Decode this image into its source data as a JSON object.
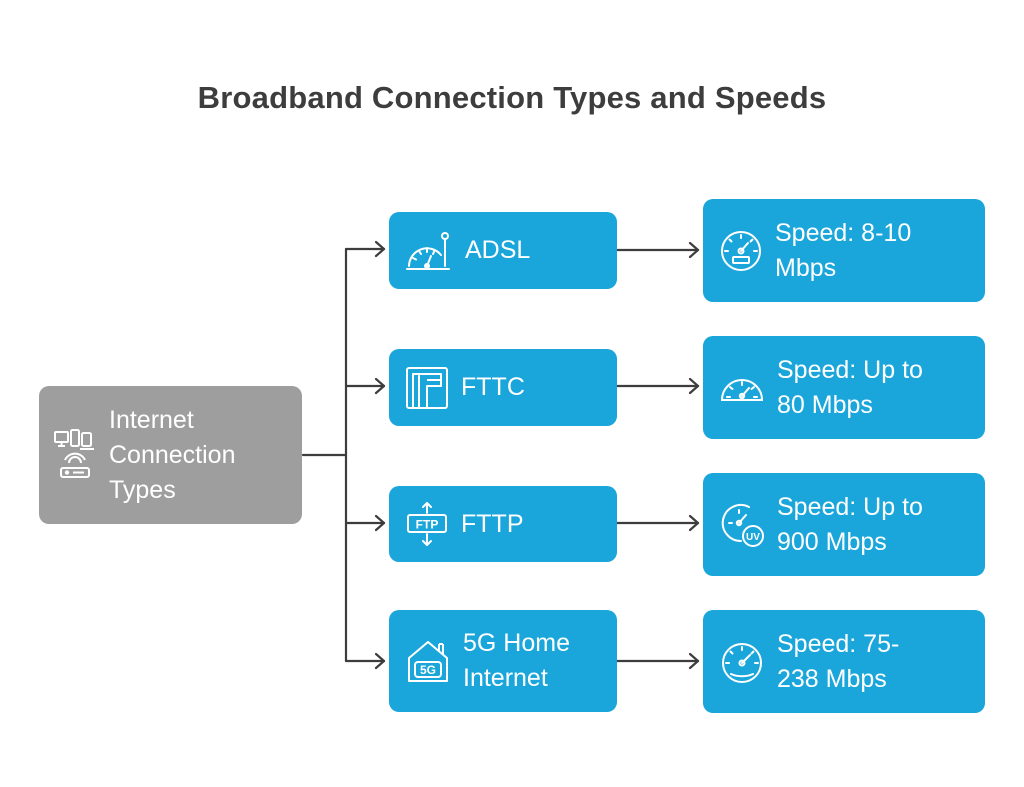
{
  "title": "Broadband Connection Types and Speeds",
  "root": {
    "label_lines": [
      "Internet",
      "Connection",
      "Types"
    ],
    "icon": "devices-router-icon"
  },
  "types": [
    {
      "label_lines": [
        "ADSL"
      ],
      "icon": "dial-antenna-icon"
    },
    {
      "label_lines": [
        "FTTC"
      ],
      "icon": "cabinet-pipe-icon"
    },
    {
      "label_lines": [
        "FTTP"
      ],
      "icon": "ftp-arrows-icon"
    },
    {
      "label_lines": [
        "5G Home",
        "Internet"
      ],
      "icon": "house-5g-icon",
      "badge": "5G"
    }
  ],
  "speeds": [
    {
      "label_lines": [
        "Speed: 8-10",
        "Mbps"
      ],
      "icon": "speedometer-display-icon"
    },
    {
      "label_lines": [
        "Speed: Up to",
        "80 Mbps"
      ],
      "icon": "speedometer-icon"
    },
    {
      "label_lines": [
        "Speed: Up to",
        "900 Mbps"
      ],
      "icon": "speedometer-badge-icon",
      "badge": "UV"
    },
    {
      "label_lines": [
        "Speed: 75-",
        "238 Mbps"
      ],
      "icon": "speedometer-wide-icon"
    }
  ],
  "colors": {
    "root_fill": "#9e9e9e",
    "node_fill": "#1aa6db",
    "connector": "#3d3d3d",
    "title": "#3d3d3d",
    "text": "#ffffff"
  }
}
